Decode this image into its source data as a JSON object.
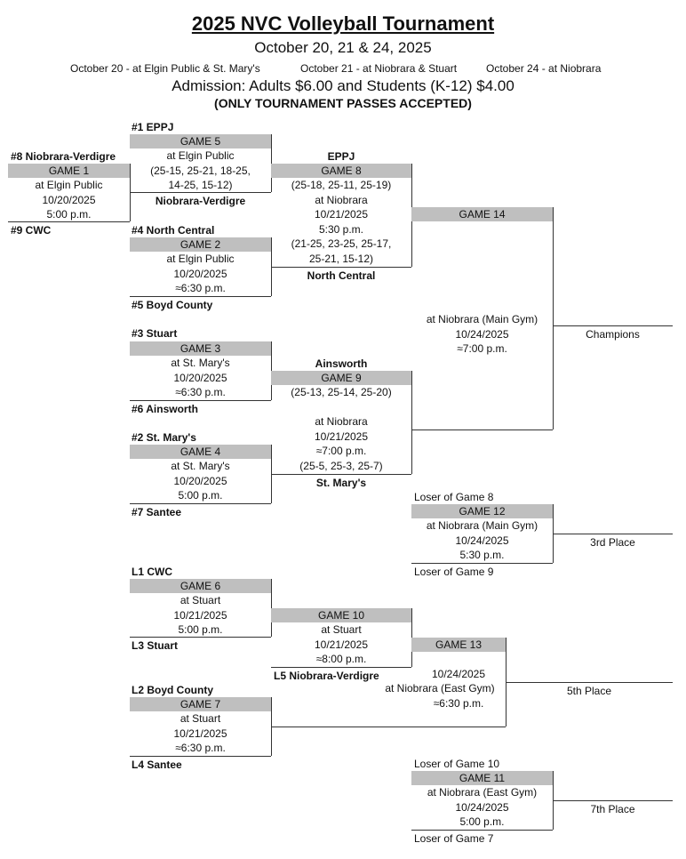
{
  "header": {
    "title": "2025 NVC Volleyball Tournament",
    "dates": "October 20, 21 & 24, 2025",
    "venues": [
      "October 20 - at Elgin Public & St. Mary's",
      "October 21 - at Niobrara & Stuart",
      "October 24 - at Niobrara"
    ],
    "admission": "Admission:  Adults $6.00 and Students (K-12) $4.00",
    "passes": "(ONLY TOURNAMENT PASSES ACCEPTED)"
  },
  "teams": {
    "s1": "#1  EPPJ",
    "s8": "#8  Niobrara-Verdigre",
    "s9": "#9  CWC",
    "s4": "#4  North Central",
    "s5": "#5  Boyd County",
    "s3": "#3  Stuart",
    "s6": "#6  Ainsworth",
    "s2": "#2  St. Mary's",
    "s7": "#7  Santee",
    "l1": "L1  CWC",
    "l3": "L3  Stuart",
    "l2": "L2  Boyd County",
    "l4": "L4  Santee",
    "l5": "L5  Niobrara-Verdigre"
  },
  "games": {
    "g1": {
      "title": "GAME 1",
      "lines": [
        "at Elgin Public",
        "10/20/2025",
        "5:00 p.m."
      ]
    },
    "g5": {
      "title": "GAME 5",
      "lines": [
        "at Elgin Public",
        "(25-15, 25-21, 18-25,",
        "14-25, 15-12)"
      ],
      "winner": "Niobrara-Verdigre"
    },
    "g2": {
      "title": "GAME 2",
      "lines": [
        "at Elgin Public",
        "10/20/2025",
        "≈6:30 p.m."
      ]
    },
    "g8": {
      "title": "GAME 8",
      "top_team": "EPPJ",
      "lines": [
        "(25-18, 25-11, 25-19)",
        "at Niobrara",
        "10/21/2025",
        "5:30 p.m.",
        "(21-25, 23-25, 25-17,",
        "25-21, 15-12)"
      ],
      "bottom_team": "North Central"
    },
    "g3": {
      "title": "GAME 3",
      "lines": [
        "at St. Mary's",
        "10/20/2025",
        "≈6:30 p.m."
      ]
    },
    "g4": {
      "title": "GAME 4",
      "lines": [
        "at St. Mary's",
        "10/20/2025",
        "5:00 p.m."
      ]
    },
    "g9": {
      "title": "GAME 9",
      "top_team": "Ainsworth",
      "lines": [
        "(25-13, 25-14, 25-20)",
        "at Niobrara",
        "10/21/2025",
        "≈7:00 p.m.",
        "(25-5, 25-3, 25-7)"
      ],
      "bottom_team": "St. Mary's"
    },
    "g14": {
      "title": "GAME 14",
      "lines": [
        "at Niobrara (Main Gym)",
        "10/24/2025",
        "≈7:00 p.m."
      ],
      "result": "Champions"
    },
    "g12": {
      "title": "GAME 12",
      "top": "Loser of Game 8",
      "lines": [
        "at Niobrara (Main Gym)",
        "10/24/2025",
        "5:30 p.m."
      ],
      "bottom": "Loser of Game 9",
      "result": "3rd Place"
    },
    "g6": {
      "title": "GAME 6",
      "lines": [
        "at Stuart",
        "10/21/2025",
        "5:00 p.m."
      ]
    },
    "g10": {
      "title": "GAME 10",
      "lines": [
        "at Stuart",
        "10/21/2025",
        "≈8:00 p.m."
      ]
    },
    "g7": {
      "title": "GAME 7",
      "lines": [
        "at Stuart",
        "10/21/2025",
        "≈6:30 p.m."
      ]
    },
    "g13": {
      "title": "GAME 13",
      "lines": [
        "10/24/2025",
        "at Niobrara (East Gym)",
        "≈6:30 p.m."
      ],
      "result": "5th Place"
    },
    "g11": {
      "title": "GAME 11",
      "top": "Loser of Game 10",
      "lines": [
        "at Niobrara (East Gym)",
        "10/24/2025",
        "5:00 p.m."
      ],
      "bottom": "Loser of Game 7",
      "result": "7th Place"
    }
  }
}
